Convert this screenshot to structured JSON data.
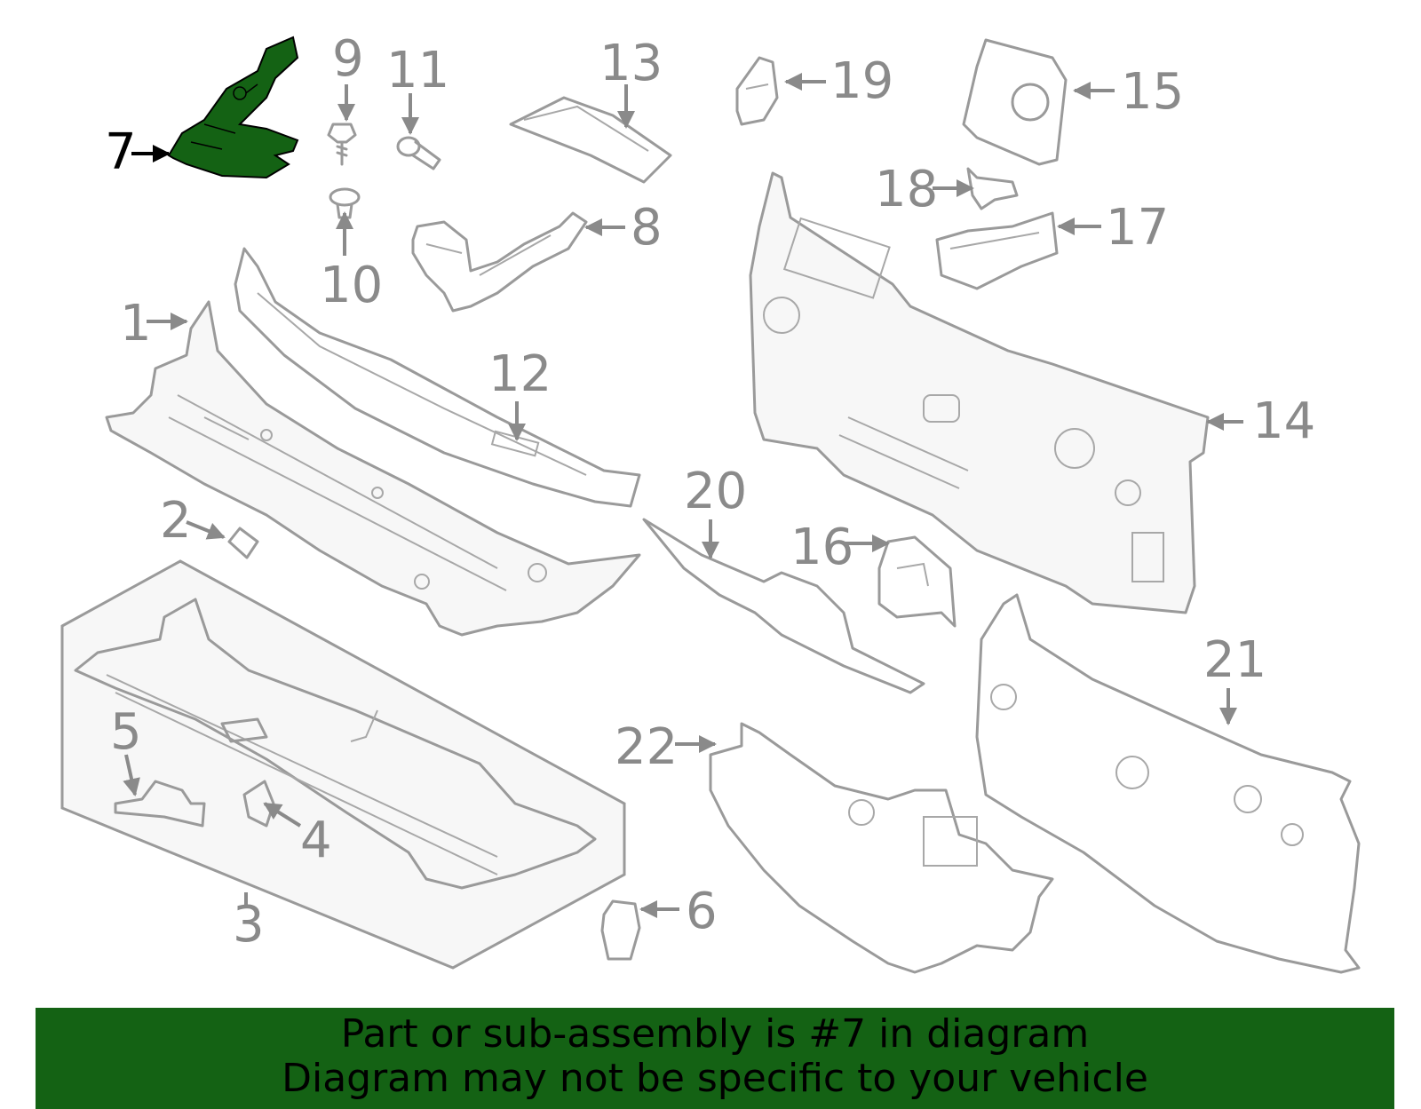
{
  "diagram": {
    "highlight_color": "#146214",
    "callouts": [
      "1",
      "2",
      "3",
      "4",
      "5",
      "6",
      "7",
      "8",
      "9",
      "10",
      "11",
      "12",
      "13",
      "14",
      "15",
      "16",
      "17",
      "18",
      "19",
      "20",
      "21",
      "22"
    ],
    "highlighted_part": "7"
  },
  "banner": {
    "line1": "Part or sub-assembly is #7 in diagram",
    "line2": "Diagram may not be specific to your vehicle",
    "background": "#146214"
  }
}
